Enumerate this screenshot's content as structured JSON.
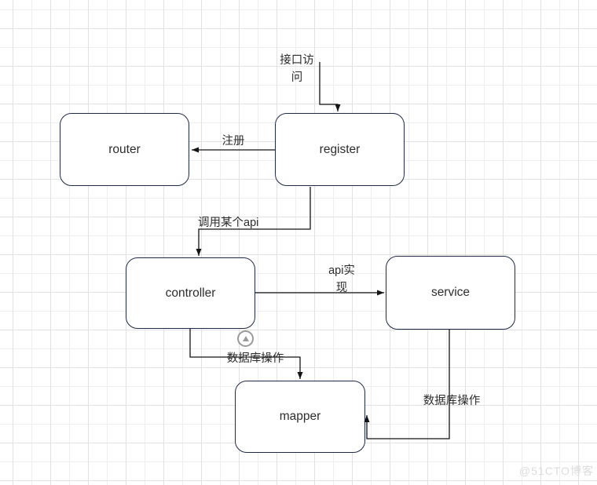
{
  "diagram": {
    "type": "flowchart",
    "nodes": [
      {
        "id": "router",
        "label": "router"
      },
      {
        "id": "register",
        "label": "register"
      },
      {
        "id": "controller",
        "label": "controller"
      },
      {
        "id": "service",
        "label": "service"
      },
      {
        "id": "mapper",
        "label": "mapper"
      }
    ],
    "edges": [
      {
        "from": "external",
        "to": "register",
        "label": "接口访问"
      },
      {
        "from": "register",
        "to": "router",
        "label": "注册"
      },
      {
        "from": "register",
        "to": "controller",
        "label": "调用某个api"
      },
      {
        "from": "controller",
        "to": "service",
        "label": "api实现"
      },
      {
        "from": "controller",
        "to": "mapper",
        "label": "数据库操作"
      },
      {
        "from": "service",
        "to": "mapper",
        "label": "数据库操作"
      }
    ],
    "edge_labels": {
      "entry": "接口访问",
      "register_to_router": "注册",
      "register_to_controller": "调用某个api",
      "controller_to_service": "api实现",
      "controller_to_mapper": "数据库操作",
      "service_to_mapper": "数据库操作"
    },
    "colors": {
      "node_border": "#1f2a4a",
      "node_fill": "#ffffff",
      "edge": "#141414",
      "grid_minor": "#efefef",
      "grid_major": "#e1e1e1",
      "collapse_icon": "#9a9a9a",
      "watermark": "#dcdcdc"
    }
  },
  "watermark": {
    "text": "@51CTO博客"
  }
}
